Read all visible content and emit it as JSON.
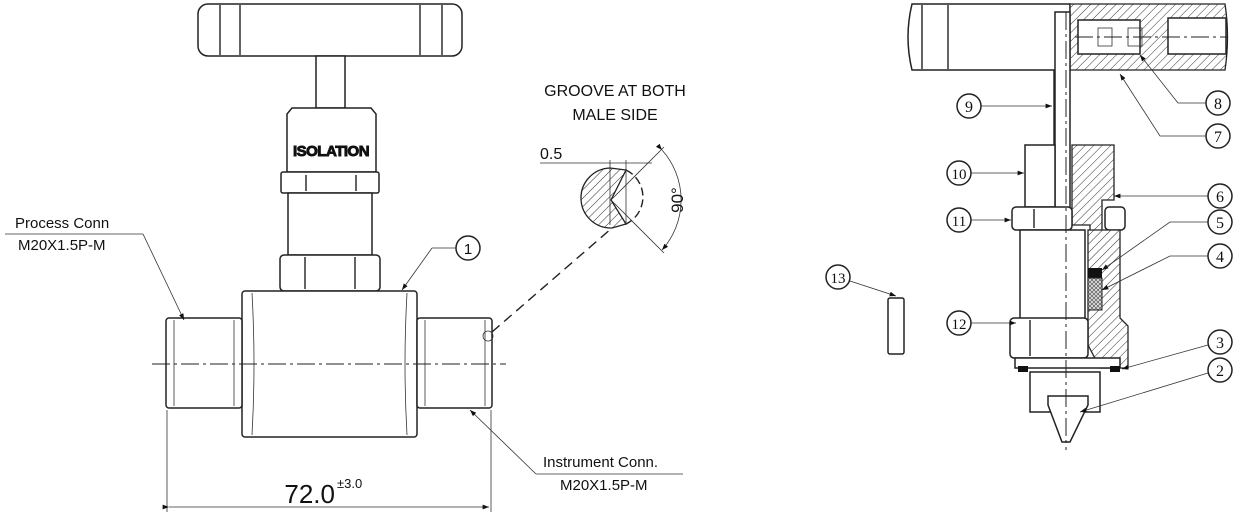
{
  "front_view": {
    "handle_marking": "ISOLATION",
    "process_conn": {
      "label": "Process Conn",
      "spec": "M20X1.5P-M"
    },
    "instrument_conn": {
      "label": "Instrument Conn.",
      "spec": "M20X1.5P-M"
    },
    "dimension": {
      "value": "72.0",
      "tolerance": "±3.0"
    },
    "balloon": "1"
  },
  "groove_detail": {
    "title_line1": "GROOVE AT BOTH",
    "title_line2": "MALE SIDE",
    "depth": "0.5",
    "angle": "90°"
  },
  "section_view": {
    "balloons": [
      "2",
      "3",
      "4",
      "5",
      "6",
      "7",
      "8",
      "9",
      "10",
      "11",
      "12",
      "13"
    ]
  }
}
